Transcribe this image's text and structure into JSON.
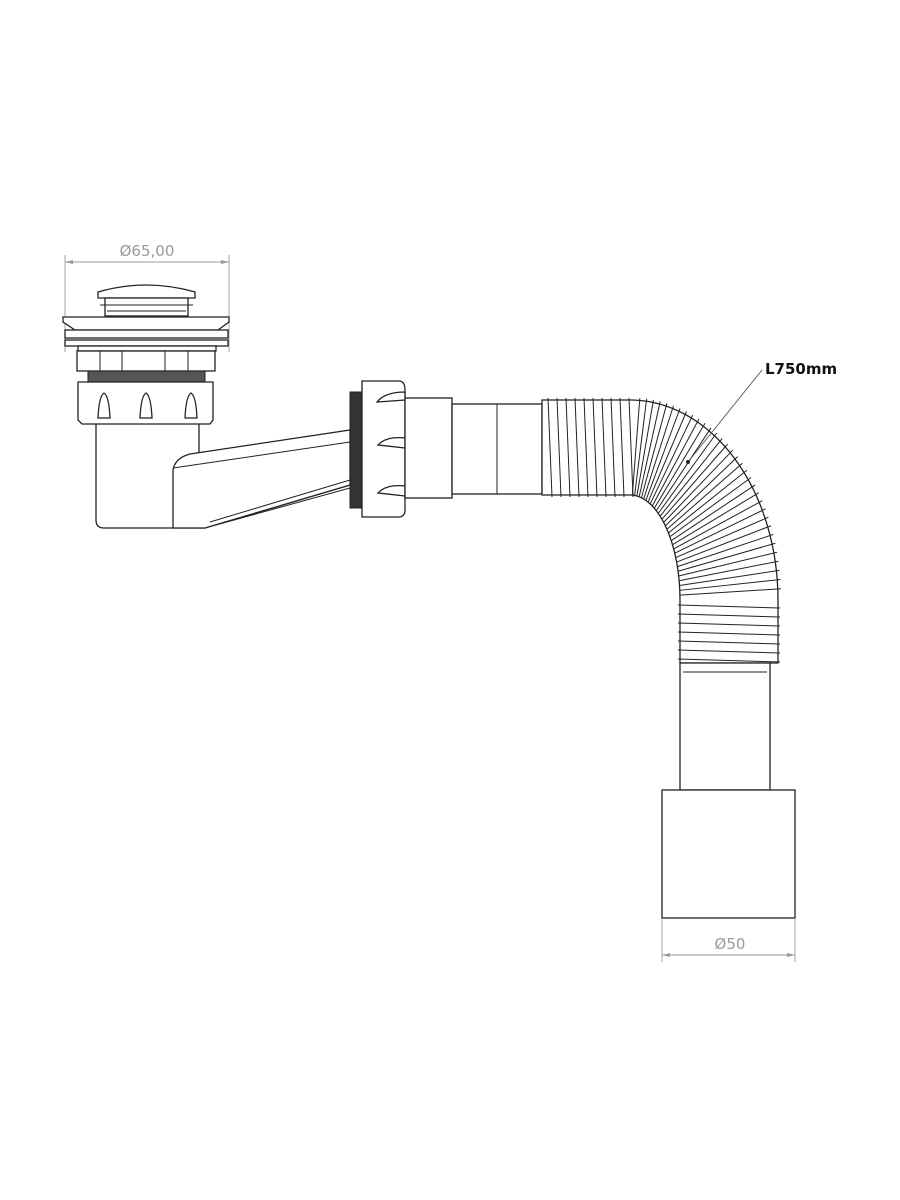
{
  "drawing": {
    "title": "Bath drain with flexible corrugated hose",
    "dimensions": {
      "flange_diameter": "Ø65,00",
      "outlet_diameter": "Ø50",
      "hose_length": "L750mm"
    },
    "colors": {
      "line": "#222222",
      "dimension": "#999999",
      "background": "#ffffff"
    }
  }
}
